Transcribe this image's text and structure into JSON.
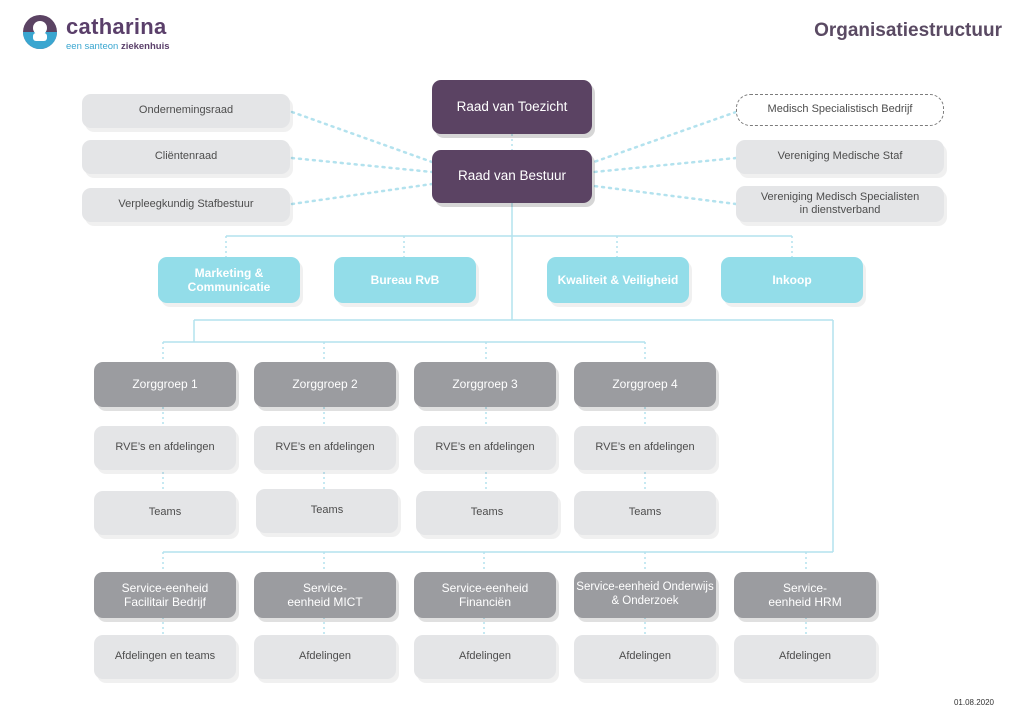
{
  "header": {
    "logo_name": "catharina",
    "logo_tagline_prefix": "een santeon",
    "logo_tagline_suffix": "ziekenhuis",
    "title": "Organisatiestructuur"
  },
  "footer": {
    "date": "01.08.2020"
  },
  "colors": {
    "brand_purple": "#5b4363",
    "accent_cyan": "#93dde9",
    "dark_gray": "#9b9ca0",
    "light_gray": "#e4e5e7",
    "line_blue": "#b3e2ee"
  },
  "top": {
    "rvt": "Raad van Toezicht",
    "rvb": "Raad van Bestuur"
  },
  "advisory_left": [
    "Ondernemingsraad",
    "Cliëntenraad",
    "Verpleegkundig Stafbestuur"
  ],
  "advisory_right": [
    "Medisch Specialistisch Bedrijf",
    "Vereniging Medische Staf",
    "Vereniging Medisch Specialisten in dienstverband"
  ],
  "staff": [
    "Marketing & Communicatie",
    "Bureau RvB",
    "Kwaliteit & Veiligheid",
    "Inkoop"
  ],
  "zorggroepen": [
    {
      "title": "Zorggroep 1",
      "rve": "RVE’s en afdelingen",
      "teams": "Teams"
    },
    {
      "title": "Zorggroep 2",
      "rve": "RVE’s en afdelingen",
      "teams": "Teams"
    },
    {
      "title": "Zorggroep 3",
      "rve": "RVE’s en afdelingen",
      "teams": "Teams"
    },
    {
      "title": "Zorggroep 4",
      "rve": "RVE’s en afdelingen",
      "teams": "Teams"
    }
  ],
  "service_units": [
    {
      "title": "Service-eenheid Facilitair Bedrijf",
      "sub": "Afdelingen en teams"
    },
    {
      "title": "Service-eenheid MICT",
      "sub": "Afdelingen"
    },
    {
      "title": "Service-eenheid Financiën",
      "sub": "Afdelingen"
    },
    {
      "title": "Service-eenheid Onderwijs & Onderzoek",
      "sub": "Afdelingen"
    },
    {
      "title": "Service-eenheid HRM",
      "sub": "Afdelingen"
    }
  ]
}
